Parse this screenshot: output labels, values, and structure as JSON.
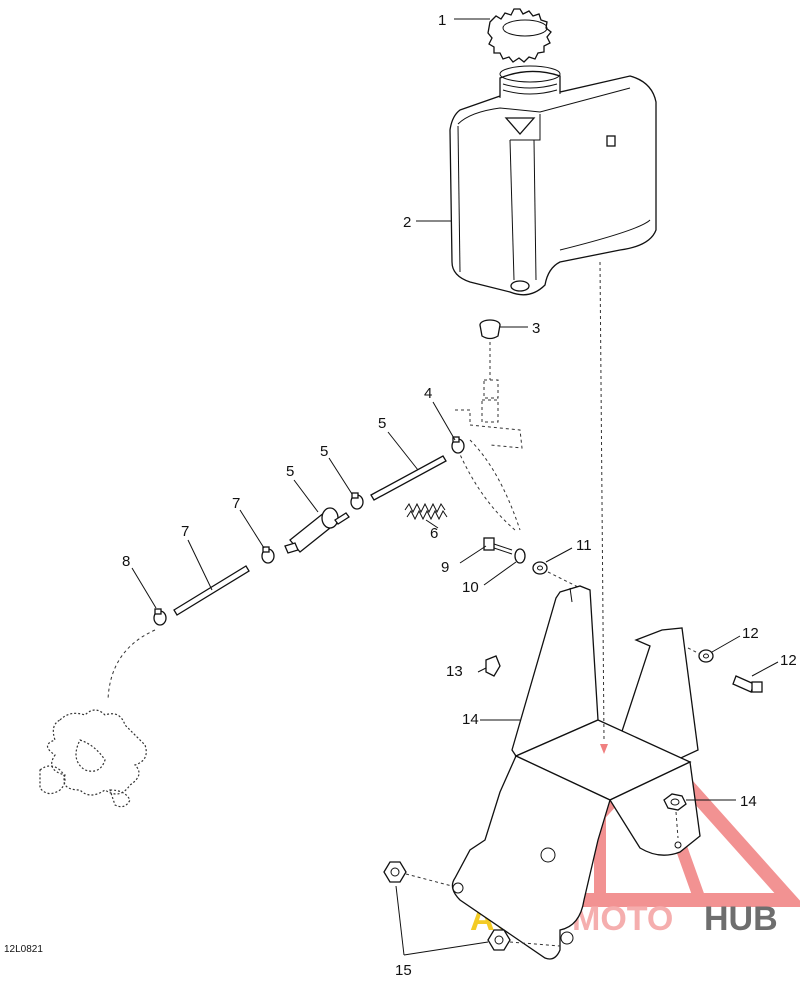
{
  "diagram": {
    "drawing_code": "12L0821",
    "callouts": [
      "1",
      "2",
      "3",
      "4",
      "5",
      "5",
      "5",
      "6",
      "7",
      "7",
      "8",
      "9",
      "10",
      "11",
      "12",
      "12",
      "13",
      "14",
      "14",
      "15"
    ]
  },
  "watermark": {
    "text_auto": "AUTO",
    "text_moto": "MOTO",
    "text_hub": "HUB",
    "colors": {
      "auto": "#f2c200",
      "moto": "#f4a0a0",
      "hub": "#555555",
      "triangle": "#f08080"
    }
  }
}
